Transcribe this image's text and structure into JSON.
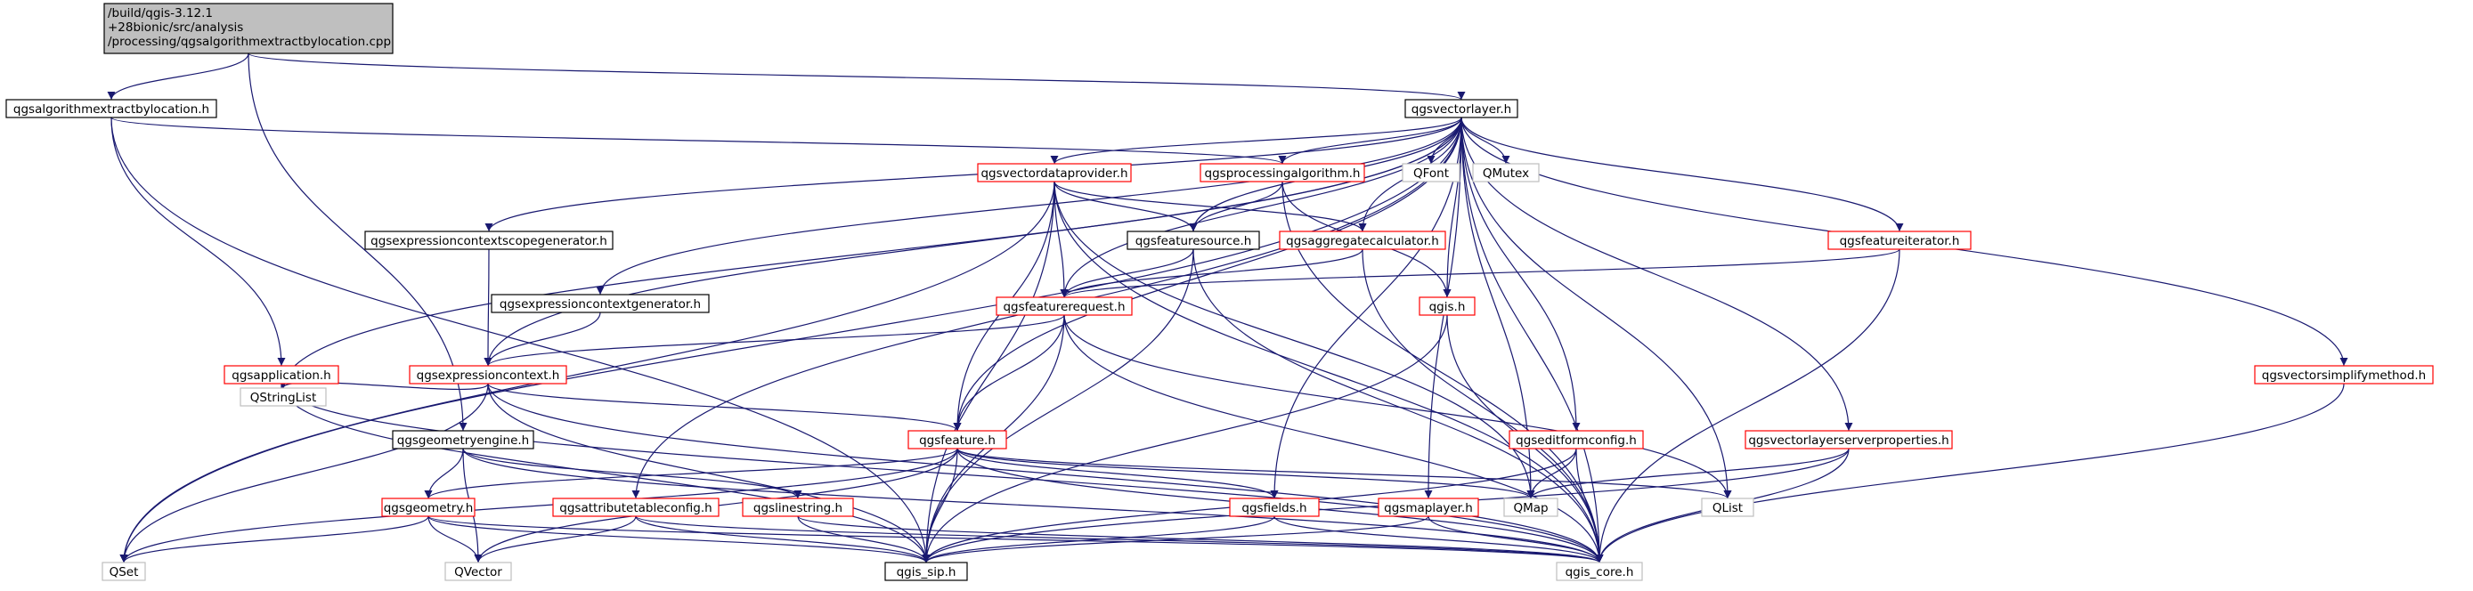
{
  "colors": {
    "edge": "#191970",
    "root_fill": "#bfbfbf",
    "border_black": "#000000",
    "border_red": "#ff0000",
    "border_gray": "#bfbfbf",
    "text": "#000000"
  },
  "nodes": [
    {
      "id": "root",
      "lines": [
        "/build/qgis-3.12.1",
        "+28bionic/src/analysis",
        "/processing/qgsalgorithmextractbylocation.cpp"
      ],
      "style": "root"
    },
    {
      "id": "extract",
      "lines": [
        "qgsalgorithmextractbylocation.h"
      ],
      "style": "black"
    },
    {
      "id": "vlayer",
      "lines": [
        "qgsvectorlayer.h"
      ],
      "style": "black"
    },
    {
      "id": "vdp",
      "lines": [
        "qgsvectordataprovider.h"
      ],
      "style": "red"
    },
    {
      "id": "palg",
      "lines": [
        "qgsprocessingalgorithm.h"
      ],
      "style": "red"
    },
    {
      "id": "qfont",
      "lines": [
        "QFont"
      ],
      "style": "gray"
    },
    {
      "id": "qmutex",
      "lines": [
        "QMutex"
      ],
      "style": "gray"
    },
    {
      "id": "ecsg",
      "lines": [
        "qgsexpressioncontextscopegenerator.h"
      ],
      "style": "black"
    },
    {
      "id": "fsrc",
      "lines": [
        "qgsfeaturesource.h"
      ],
      "style": "black"
    },
    {
      "id": "aggcalc",
      "lines": [
        "qgsaggregatecalculator.h"
      ],
      "style": "red"
    },
    {
      "id": "fiter",
      "lines": [
        "qgsfeatureiterator.h"
      ],
      "style": "red"
    },
    {
      "id": "ecg",
      "lines": [
        "qgsexpressioncontextgenerator.h"
      ],
      "style": "black"
    },
    {
      "id": "freq",
      "lines": [
        "qgsfeaturerequest.h"
      ],
      "style": "red"
    },
    {
      "id": "qgis",
      "lines": [
        "qgis.h"
      ],
      "style": "red"
    },
    {
      "id": "app",
      "lines": [
        "qgsapplication.h"
      ],
      "style": "red"
    },
    {
      "id": "ectx",
      "lines": [
        "qgsexpressioncontext.h"
      ],
      "style": "red"
    },
    {
      "id": "qstrlist",
      "lines": [
        "QStringList"
      ],
      "style": "gray"
    },
    {
      "id": "geng",
      "lines": [
        "qgsgeometryengine.h"
      ],
      "style": "black"
    },
    {
      "id": "feature",
      "lines": [
        "qgsfeature.h"
      ],
      "style": "red"
    },
    {
      "id": "efc",
      "lines": [
        "qgseditformconfig.h"
      ],
      "style": "red"
    },
    {
      "id": "vlsp",
      "lines": [
        "qgsvectorlayerserverproperties.h"
      ],
      "style": "red"
    },
    {
      "id": "vsm",
      "lines": [
        "qgsvectorsimplifymethod.h"
      ],
      "style": "red"
    },
    {
      "id": "geom",
      "lines": [
        "qgsgeometry.h"
      ],
      "style": "red"
    },
    {
      "id": "atc",
      "lines": [
        "qgsattributetableconfig.h"
      ],
      "style": "red"
    },
    {
      "id": "lstr",
      "lines": [
        "qgslinestring.h"
      ],
      "style": "red"
    },
    {
      "id": "fields",
      "lines": [
        "qgsfields.h"
      ],
      "style": "red"
    },
    {
      "id": "maplayer",
      "lines": [
        "qgsmaplayer.h"
      ],
      "style": "red"
    },
    {
      "id": "qmap",
      "lines": [
        "QMap"
      ],
      "style": "gray"
    },
    {
      "id": "qlist",
      "lines": [
        "QList"
      ],
      "style": "gray"
    },
    {
      "id": "qset",
      "lines": [
        "QSet"
      ],
      "style": "gray"
    },
    {
      "id": "qvector",
      "lines": [
        "QVector"
      ],
      "style": "gray"
    },
    {
      "id": "sip",
      "lines": [
        "qgis_sip.h"
      ],
      "style": "black"
    },
    {
      "id": "core",
      "lines": [
        "qgis_core.h"
      ],
      "style": "gray"
    }
  ],
  "edges": [
    [
      "root",
      "extract"
    ],
    [
      "root",
      "vlayer"
    ],
    [
      "root",
      "geng"
    ],
    [
      "extract",
      "palg"
    ],
    [
      "extract",
      "app"
    ],
    [
      "extract",
      "sip"
    ],
    [
      "vlayer",
      "vdp"
    ],
    [
      "vlayer",
      "palg"
    ],
    [
      "vlayer",
      "qfont"
    ],
    [
      "vlayer",
      "qmutex"
    ],
    [
      "vlayer",
      "ecsg"
    ],
    [
      "vlayer",
      "fsrc"
    ],
    [
      "vlayer",
      "aggcalc"
    ],
    [
      "vlayer",
      "fiter"
    ],
    [
      "vlayer",
      "ecg"
    ],
    [
      "vlayer",
      "freq"
    ],
    [
      "vlayer",
      "qgis"
    ],
    [
      "vlayer",
      "ectx"
    ],
    [
      "vlayer",
      "qstrlist"
    ],
    [
      "vlayer",
      "feature"
    ],
    [
      "vlayer",
      "efc"
    ],
    [
      "vlayer",
      "vlsp"
    ],
    [
      "vlayer",
      "vsm"
    ],
    [
      "vlayer",
      "atc"
    ],
    [
      "vlayer",
      "fields"
    ],
    [
      "vlayer",
      "maplayer"
    ],
    [
      "vlayer",
      "qmap"
    ],
    [
      "vlayer",
      "qlist"
    ],
    [
      "vlayer",
      "qset"
    ],
    [
      "vlayer",
      "core"
    ],
    [
      "vdp",
      "fsrc"
    ],
    [
      "vdp",
      "aggcalc"
    ],
    [
      "vdp",
      "freq"
    ],
    [
      "vdp",
      "feature"
    ],
    [
      "vdp",
      "qset"
    ],
    [
      "vdp",
      "sip"
    ],
    [
      "vdp",
      "core"
    ],
    [
      "vdp",
      "qmap"
    ],
    [
      "palg",
      "fsrc"
    ],
    [
      "palg",
      "qgis"
    ],
    [
      "palg",
      "core"
    ],
    [
      "ecsg",
      "ectx"
    ],
    [
      "ecg",
      "ectx"
    ],
    [
      "fsrc",
      "freq"
    ],
    [
      "fsrc",
      "sip"
    ],
    [
      "fsrc",
      "core"
    ],
    [
      "aggcalc",
      "freq"
    ],
    [
      "aggcalc",
      "core"
    ],
    [
      "fiter",
      "freq"
    ],
    [
      "fiter",
      "core"
    ],
    [
      "freq",
      "ectx"
    ],
    [
      "freq",
      "feature"
    ],
    [
      "freq",
      "sip"
    ],
    [
      "freq",
      "core"
    ],
    [
      "freq",
      "qlist"
    ],
    [
      "qgis",
      "sip"
    ],
    [
      "qgis",
      "core"
    ],
    [
      "app",
      "qstrlist"
    ],
    [
      "app",
      "sip"
    ],
    [
      "app",
      "core"
    ],
    [
      "ectx",
      "qstrlist"
    ],
    [
      "ectx",
      "feature"
    ],
    [
      "ectx",
      "qset"
    ],
    [
      "ectx",
      "sip"
    ],
    [
      "ectx",
      "core"
    ],
    [
      "geng",
      "geom"
    ],
    [
      "geng",
      "lstr"
    ],
    [
      "geng",
      "qvector"
    ],
    [
      "geng",
      "core"
    ],
    [
      "feature",
      "geom"
    ],
    [
      "feature",
      "fields"
    ],
    [
      "feature",
      "qmap"
    ],
    [
      "feature",
      "qlist"
    ],
    [
      "feature",
      "qset"
    ],
    [
      "feature",
      "qvector"
    ],
    [
      "feature",
      "sip"
    ],
    [
      "feature",
      "core"
    ],
    [
      "efc",
      "qmap"
    ],
    [
      "efc",
      "sip"
    ],
    [
      "efc",
      "core"
    ],
    [
      "vlsp",
      "qmap"
    ],
    [
      "vlsp",
      "sip"
    ],
    [
      "vlsp",
      "core"
    ],
    [
      "vsm",
      "core"
    ],
    [
      "geom",
      "qset"
    ],
    [
      "geom",
      "qvector"
    ],
    [
      "geom",
      "sip"
    ],
    [
      "geom",
      "core"
    ],
    [
      "atc",
      "qvector"
    ],
    [
      "atc",
      "sip"
    ],
    [
      "atc",
      "core"
    ],
    [
      "lstr",
      "sip"
    ],
    [
      "lstr",
      "core"
    ],
    [
      "fields",
      "sip"
    ],
    [
      "fields",
      "core"
    ],
    [
      "maplayer",
      "sip"
    ],
    [
      "maplayer",
      "core"
    ]
  ]
}
